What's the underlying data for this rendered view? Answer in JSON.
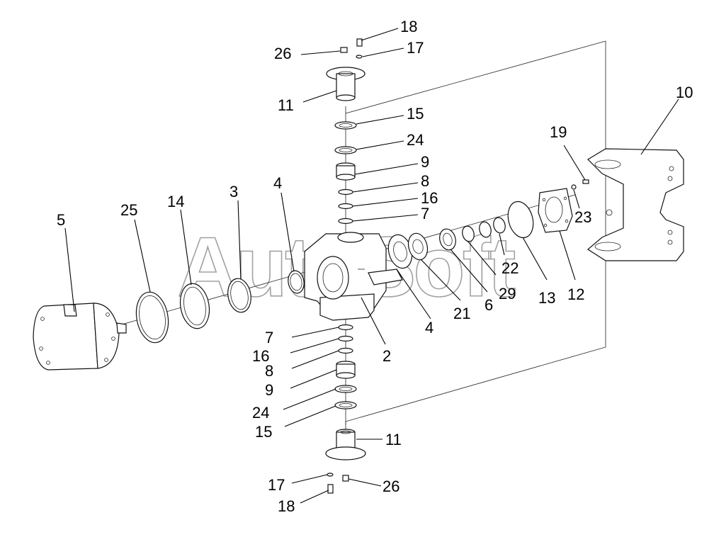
{
  "watermark": "AutoSoft",
  "callouts": [
    {
      "id": "c18-top",
      "label": "18"
    },
    {
      "id": "c26-top",
      "label": "26"
    },
    {
      "id": "c17-top",
      "label": "17"
    },
    {
      "id": "c11-top",
      "label": "11"
    },
    {
      "id": "c15-top",
      "label": "15"
    },
    {
      "id": "c24-top",
      "label": "24"
    },
    {
      "id": "c9-top",
      "label": "9"
    },
    {
      "id": "c8-top",
      "label": "8"
    },
    {
      "id": "c16-top",
      "label": "16"
    },
    {
      "id": "c7-top",
      "label": "7"
    },
    {
      "id": "c10",
      "label": "10"
    },
    {
      "id": "c19",
      "label": "19"
    },
    {
      "id": "c23",
      "label": "23"
    },
    {
      "id": "c5",
      "label": "5"
    },
    {
      "id": "c25",
      "label": "25"
    },
    {
      "id": "c14",
      "label": "14"
    },
    {
      "id": "c3",
      "label": "3"
    },
    {
      "id": "c4-top",
      "label": "4"
    },
    {
      "id": "c22",
      "label": "22"
    },
    {
      "id": "c29",
      "label": "29"
    },
    {
      "id": "c13",
      "label": "13"
    },
    {
      "id": "c12",
      "label": "12"
    },
    {
      "id": "c6",
      "label": "6"
    },
    {
      "id": "c21",
      "label": "21"
    },
    {
      "id": "c4-bot",
      "label": "4"
    },
    {
      "id": "c2",
      "label": "2"
    },
    {
      "id": "c7-bot",
      "label": "7"
    },
    {
      "id": "c16-bot",
      "label": "16"
    },
    {
      "id": "c8-bot",
      "label": "8"
    },
    {
      "id": "c9-bot",
      "label": "9"
    },
    {
      "id": "c24-bot",
      "label": "24"
    },
    {
      "id": "c15-bot",
      "label": "15"
    },
    {
      "id": "c11-bot",
      "label": "11"
    },
    {
      "id": "c17-bot",
      "label": "17"
    },
    {
      "id": "c26-bot",
      "label": "26"
    },
    {
      "id": "c18-bot",
      "label": "18"
    }
  ]
}
